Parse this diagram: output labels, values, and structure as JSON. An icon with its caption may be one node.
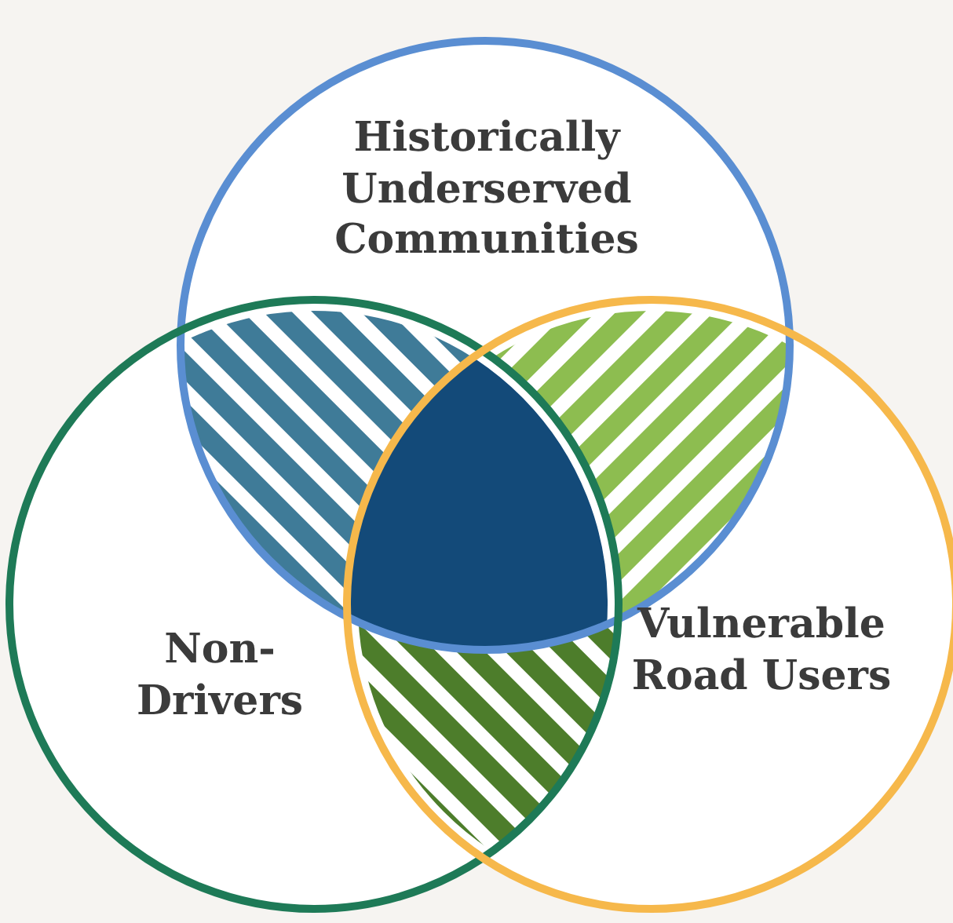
{
  "diagram": {
    "nodes": [
      {
        "text": [
          "Historically Underserved Communities"
        ]
      },
      {
        "text": [
          "Non-Drivers"
        ]
      },
      {
        "text": [
          "Vulnerable Road Users"
        ]
      }
    ]
  }
}
